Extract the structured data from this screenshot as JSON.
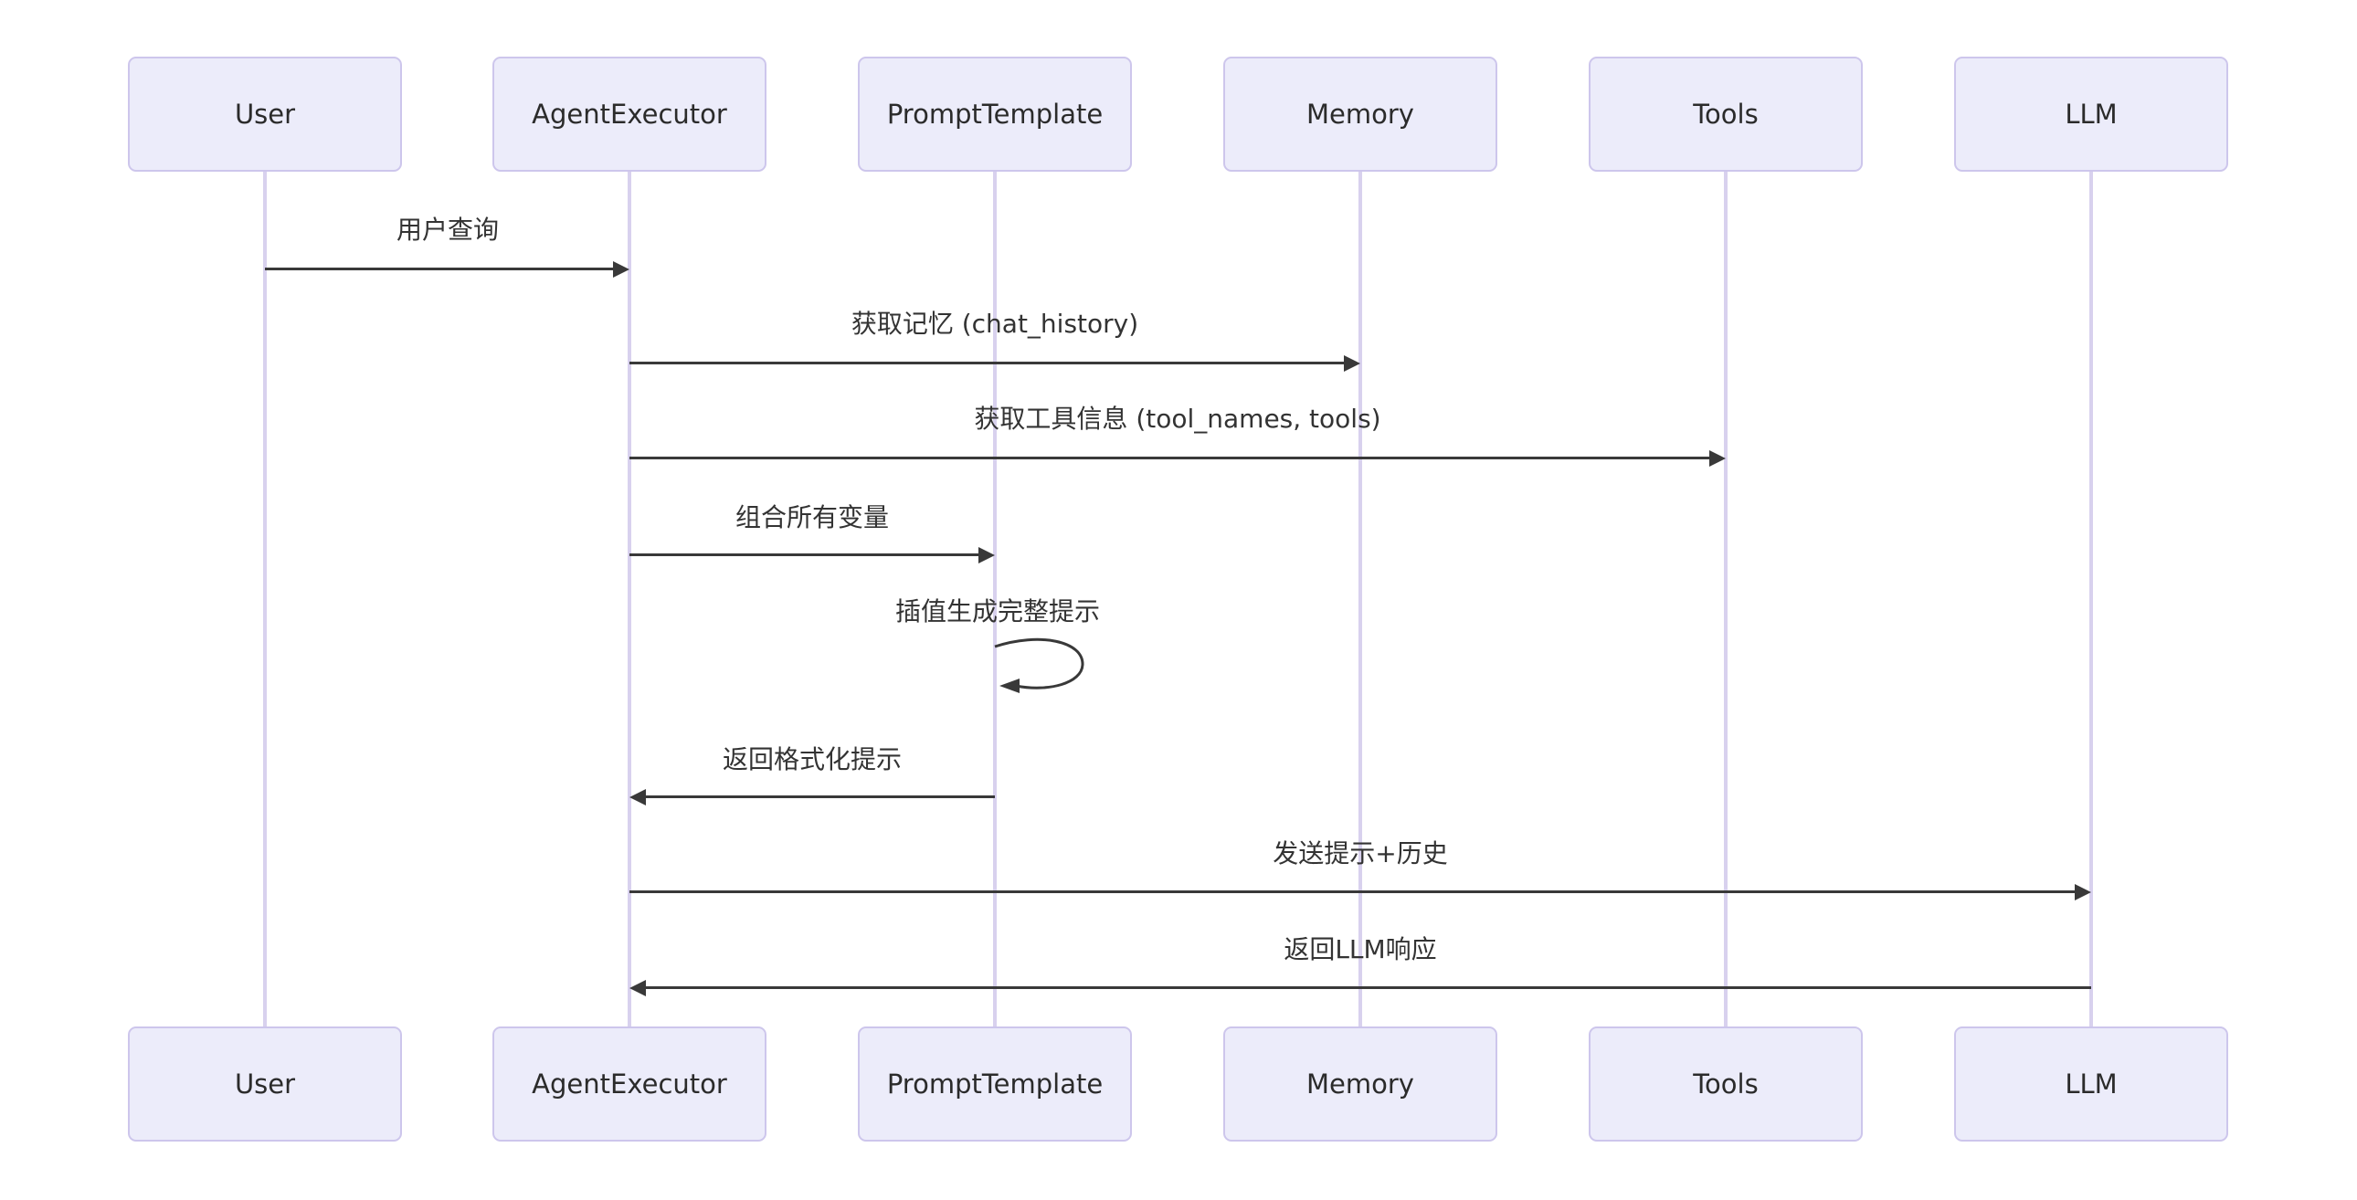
{
  "diagram": {
    "type": "sequence-diagram",
    "actors": [
      {
        "id": "user",
        "label": "User"
      },
      {
        "id": "agent-executor",
        "label": "AgentExecutor"
      },
      {
        "id": "prompt-template",
        "label": "PromptTemplate"
      },
      {
        "id": "memory",
        "label": "Memory"
      },
      {
        "id": "tools",
        "label": "Tools"
      },
      {
        "id": "llm",
        "label": "LLM"
      }
    ],
    "messages": [
      {
        "from": "User",
        "to": "AgentExecutor",
        "label": "用户查询",
        "direction": "right"
      },
      {
        "from": "AgentExecutor",
        "to": "Memory",
        "label": "获取记忆 (chat_history)",
        "direction": "right"
      },
      {
        "from": "AgentExecutor",
        "to": "Tools",
        "label": "获取工具信息 (tool_names, tools)",
        "direction": "right"
      },
      {
        "from": "AgentExecutor",
        "to": "PromptTemplate",
        "label": "组合所有变量",
        "direction": "right"
      },
      {
        "from": "PromptTemplate",
        "to": "PromptTemplate",
        "label": "插值生成完整提示",
        "direction": "self"
      },
      {
        "from": "PromptTemplate",
        "to": "AgentExecutor",
        "label": "返回格式化提示",
        "direction": "left"
      },
      {
        "from": "AgentExecutor",
        "to": "LLM",
        "label": "发送提示+历史",
        "direction": "right"
      },
      {
        "from": "LLM",
        "to": "AgentExecutor",
        "label": "返回LLM响应",
        "direction": "left"
      }
    ],
    "colors": {
      "actor_fill": "#ECECFA",
      "actor_border": "#CDC6EC",
      "lifeline": "#D8D1EE",
      "arrow": "#393939",
      "text": "#333333",
      "background": "#FFFFFF"
    }
  }
}
